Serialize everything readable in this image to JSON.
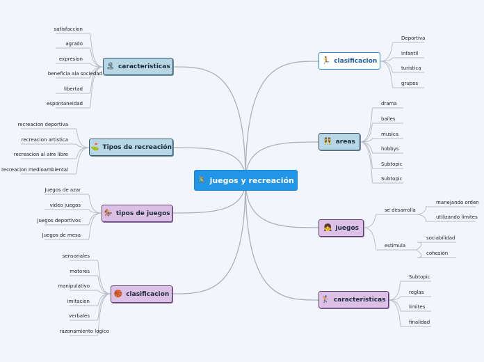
{
  "center": {
    "label": "juegos y recreación",
    "icon": "🚴"
  },
  "left_branches": [
    {
      "label": "caracteristicas",
      "icon": "🏝",
      "items": [
        "satisfaccion",
        "agrado",
        "expresion",
        "beneficia ala sociedad",
        "libertad",
        "espontaneidad"
      ]
    },
    {
      "label": "Tipos de recreación",
      "icon": "⛳",
      "items": [
        "recreacion deportiva",
        "recreacion artistica",
        "recreacion al aire libre",
        "recreacion medioambiental"
      ]
    },
    {
      "label": "tipos de juegos",
      "icon": "🏇",
      "items": [
        "Juegos de azar",
        "video juegos",
        "Juegos deportivos",
        "Juegos de mesa"
      ]
    },
    {
      "label": "clasificacion",
      "icon": "🏀",
      "items": [
        "sensoriales",
        "motores",
        "manipulativo",
        "imitacion",
        "verbales",
        "razonamiento logico"
      ]
    }
  ],
  "right_branches": [
    {
      "label": "clasificacion",
      "icon": "🏃",
      "items": [
        "Deportiva",
        "infantil",
        "turistica",
        "grupos"
      ]
    },
    {
      "label": "areas",
      "icon": "👯",
      "items": [
        "drama",
        "bailes",
        "musica",
        "hobbys",
        "Subtopic",
        "Subtopic"
      ]
    },
    {
      "label": "juegos",
      "icon": "👧",
      "subgroups": [
        {
          "label": "se desarrolla",
          "items": [
            "manejando orden",
            "utilizando limites"
          ]
        },
        {
          "label": "estimula",
          "items": [
            "sociabilidad",
            "cohesión"
          ]
        }
      ]
    },
    {
      "label": "caracteristicas",
      "icon": "🏌",
      "items": [
        "Subtopic",
        "reglas",
        "limites",
        "finalidad"
      ]
    }
  ]
}
